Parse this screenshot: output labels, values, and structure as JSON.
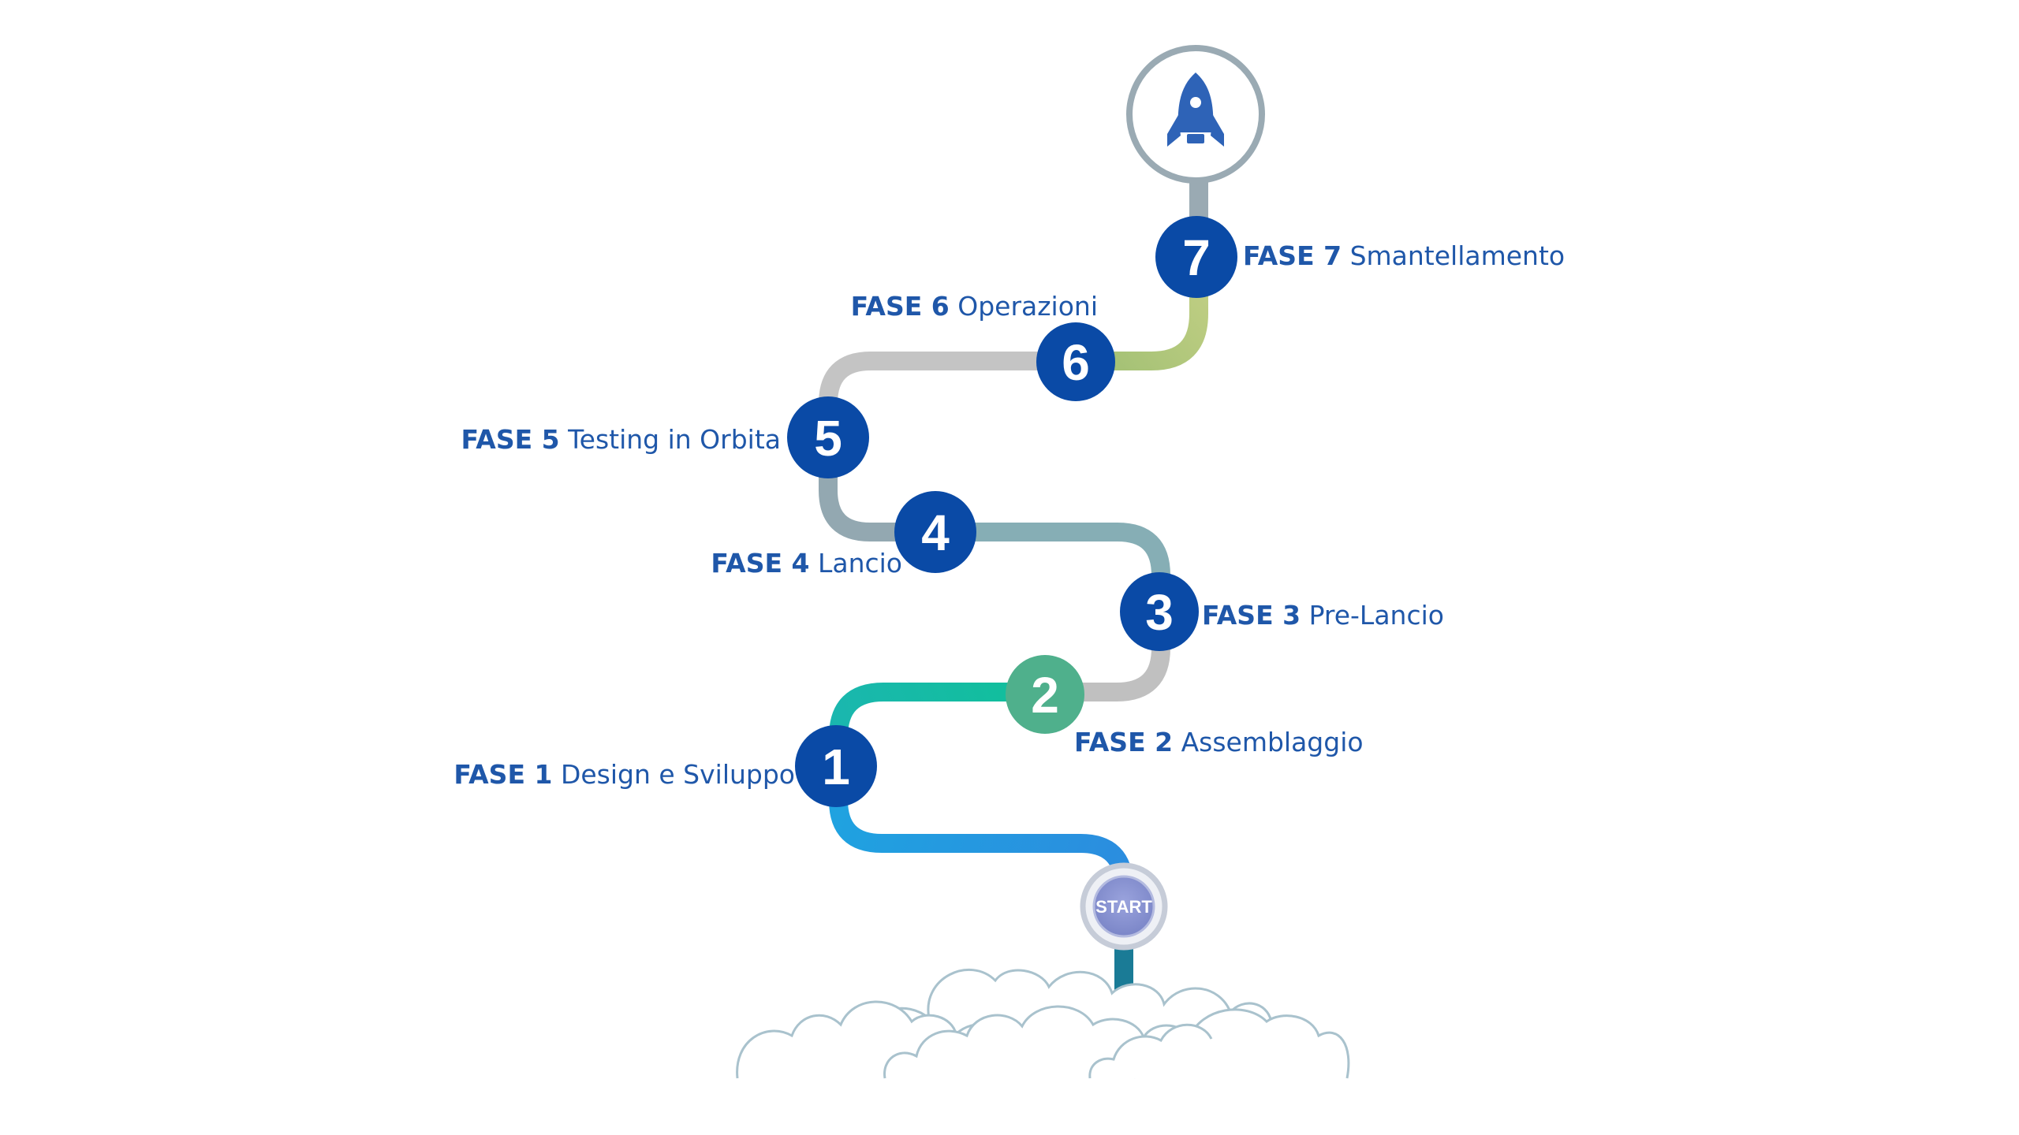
{
  "colors": {
    "badge_fill": "#0a4aa6",
    "badge_phase2_fill": "#4fb08c",
    "label_text": "#1f57a9",
    "rocket_ring": "#9aaab3",
    "rocket_icon": "#2e63b7",
    "start_fill": "#8b95d1",
    "start_ring": "#c6ccd8",
    "cloud_stroke": "#a9c2cd",
    "stem_color": "#1a7b96"
  },
  "start": {
    "label": "START"
  },
  "rocket": {
    "icon": "rocket-icon"
  },
  "phases": [
    {
      "number": "1",
      "prefix": "FASE 1",
      "name": "Design e Sviluppo"
    },
    {
      "number": "2",
      "prefix": "FASE 2",
      "name": "Assemblaggio"
    },
    {
      "number": "3",
      "prefix": "FASE 3",
      "name": "Pre-Lancio"
    },
    {
      "number": "4",
      "prefix": "FASE 4",
      "name": "Lancio"
    },
    {
      "number": "5",
      "prefix": "FASE 5",
      "name": "Testing in Orbita"
    },
    {
      "number": "6",
      "prefix": "FASE 6",
      "name": "Operazioni"
    },
    {
      "number": "7",
      "prefix": "FASE 7",
      "name": "Smantellamento"
    }
  ]
}
